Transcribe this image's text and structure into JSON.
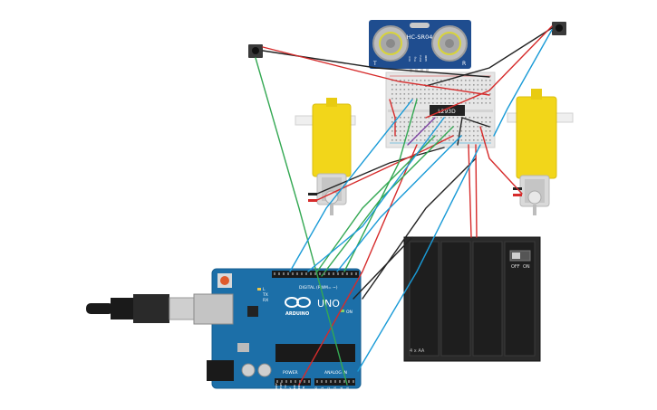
{
  "sensor": {
    "model": "HC-SR04",
    "pins": [
      "VCC",
      "Trig",
      "Echo",
      "GND"
    ],
    "side_left": "T",
    "side_right": "R"
  },
  "driver_ic": {
    "label": "L293D"
  },
  "arduino": {
    "logo_text": "ARDUINO",
    "model": "UNO",
    "digital_label": "DIGITAL (PWM= ~)",
    "power_label": "POWER",
    "analog_label": "ANALOG IN",
    "on_label": "ON",
    "tx_label": "TX",
    "rx_label": "RX",
    "l_label": "L",
    "analog_pins": [
      "A0",
      "A1",
      "A2",
      "A3",
      "A4",
      "A5"
    ],
    "power_pins": [
      "IOREF",
      "RESET",
      "3.3V",
      "5V",
      "GND",
      "GND",
      "VIN"
    ]
  },
  "battery": {
    "label": "4 x AA",
    "switch_off": "OFF",
    "switch_on": "ON"
  },
  "colors": {
    "arduino_board": "#1c6fa8",
    "breadboard": "#e6e6e6",
    "motor_yellow": "#f2d61a",
    "sensor_blue": "#1f4d8f",
    "battery": "#2a2a2a",
    "wire_red": "#d62b2b",
    "wire_black": "#222222",
    "wire_green": "#34a853",
    "wire_blue": "#1a9bd7",
    "wire_purple": "#7b3fa1"
  }
}
